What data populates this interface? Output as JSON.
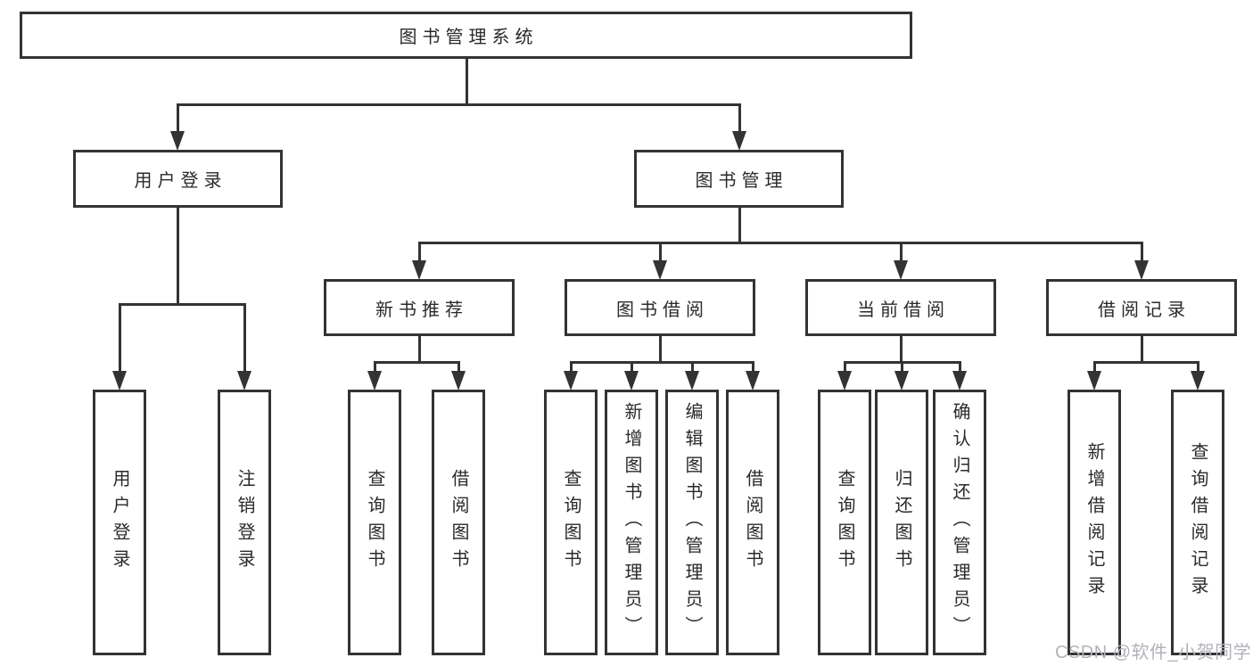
{
  "page": {
    "background": "#ffffff"
  },
  "colors": {
    "line": "#333333",
    "box_border": "#333333",
    "text": "#2a2a2a",
    "watermark": "#b2b2ba"
  },
  "watermark": {
    "text": "CSDN @软件_小贺同学"
  },
  "tree": {
    "root": {
      "id": "root",
      "label": "图书管理系统"
    },
    "level2": [
      {
        "id": "user-login",
        "label": "用户登录",
        "parent": "root"
      },
      {
        "id": "book-mgmt",
        "label": "图书管理",
        "parent": "root"
      }
    ],
    "level3": [
      {
        "id": "new-books",
        "label": "新书推荐",
        "parent": "book-mgmt"
      },
      {
        "id": "book-borrow",
        "label": "图书借阅",
        "parent": "book-mgmt"
      },
      {
        "id": "current-borrow",
        "label": "当前借阅",
        "parent": "book-mgmt"
      },
      {
        "id": "borrow-records",
        "label": "借阅记录",
        "parent": "book-mgmt"
      }
    ],
    "level4": [
      {
        "id": "leaf-user-login",
        "label": "用户登录",
        "parent": "user-login"
      },
      {
        "id": "leaf-logout",
        "label": "注销登录",
        "parent": "user-login"
      },
      {
        "id": "leaf-newbooks-query",
        "label": "查询图书",
        "parent": "new-books"
      },
      {
        "id": "leaf-newbooks-borrow",
        "label": "借阅图书",
        "parent": "new-books"
      },
      {
        "id": "leaf-borrow-query",
        "label": "查询图书",
        "parent": "book-borrow"
      },
      {
        "id": "leaf-borrow-add",
        "label": "新增图书（管理员）",
        "parent": "book-borrow"
      },
      {
        "id": "leaf-borrow-edit",
        "label": "编辑图书（管理员）",
        "parent": "book-borrow"
      },
      {
        "id": "leaf-borrow-do",
        "label": "借阅图书",
        "parent": "book-borrow"
      },
      {
        "id": "leaf-current-query",
        "label": "查询图书",
        "parent": "current-borrow"
      },
      {
        "id": "leaf-current-return",
        "label": "归还图书",
        "parent": "current-borrow"
      },
      {
        "id": "leaf-current-confirm",
        "label": "确认归还（管理员）",
        "parent": "current-borrow"
      },
      {
        "id": "leaf-records-add",
        "label": "新增借阅记录",
        "parent": "borrow-records"
      },
      {
        "id": "leaf-records-query",
        "label": "查询借阅记录",
        "parent": "borrow-records"
      }
    ]
  }
}
